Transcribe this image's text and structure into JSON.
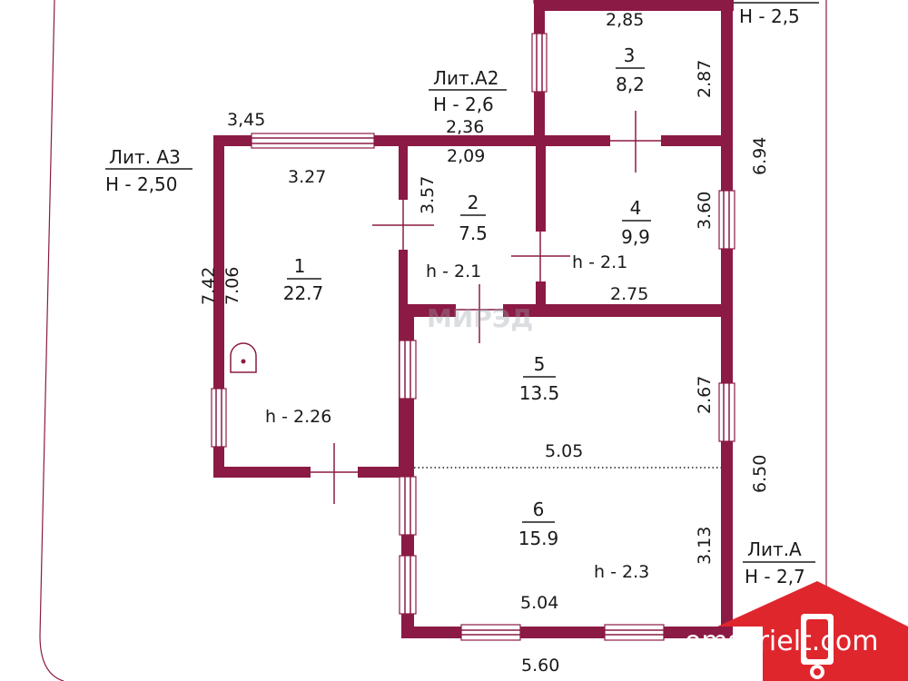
{
  "labels": {
    "lit_a3": "Лит. А3",
    "lit_a3_h": "Н - 2,50",
    "lit_a2": "Лит.А2",
    "lit_a2_h": "Н - 2,6",
    "lit_top_h": "Н - 2,5",
    "lit_a": "Лит.А",
    "lit_a_h": "Н - 2,7"
  },
  "rooms": {
    "r1": {
      "num": "1",
      "area": "22.7",
      "height": "h - 2.26"
    },
    "r2": {
      "num": "2",
      "area": "7.5",
      "height": "h - 2.1"
    },
    "r3": {
      "num": "3",
      "area": "8,2"
    },
    "r4": {
      "num": "4",
      "area": "9,9",
      "height": "h - 2.1"
    },
    "r5": {
      "num": "5",
      "area": "13.5"
    },
    "r6": {
      "num": "6",
      "area": "15.9",
      "height": "h - 2.3"
    }
  },
  "dims": {
    "d345": "3,45",
    "d327": "3.27",
    "d742": "7.42",
    "d706": "7.06",
    "d357": "3.57",
    "d236": "2,36",
    "d209": "2,09",
    "d285": "2,85",
    "d287": "2.87",
    "d694": "6.94",
    "d360": "3.60",
    "d275": "2.75",
    "d267": "2.67",
    "d505": "5.05",
    "d650": "6.50",
    "d313": "3.13",
    "d504": "5.04",
    "d560": "5.60"
  },
  "watermark": "МИРЭД",
  "brand": "omskrielt.com",
  "colors": {
    "wall": "#8b1a45",
    "logo": "#e0262d"
  }
}
